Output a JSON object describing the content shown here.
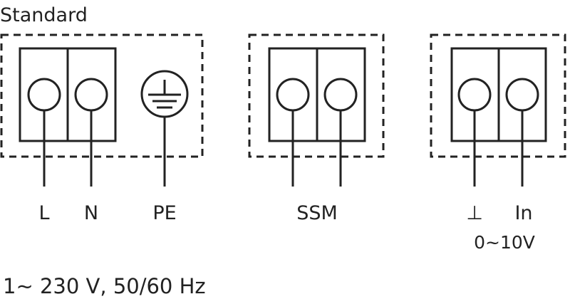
{
  "title": "Standard",
  "groups": [
    {
      "name": "power",
      "terminals": [
        "L",
        "N",
        "PE"
      ]
    },
    {
      "name": "ssm",
      "label": "SSM"
    },
    {
      "name": "analog-input",
      "terminals": [
        "⊥",
        "In"
      ],
      "range": "0~10V"
    }
  ],
  "supply": "1~ 230 V, 50/60 Hz"
}
